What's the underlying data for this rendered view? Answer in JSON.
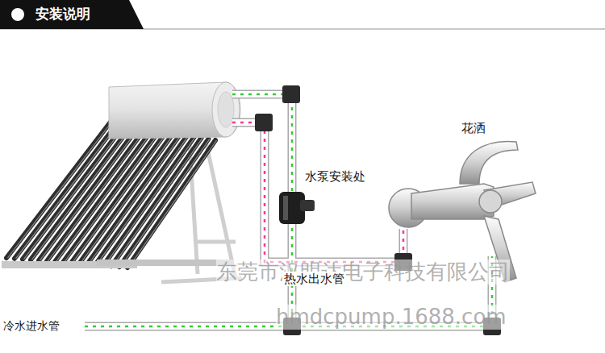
{
  "diagram": {
    "title": "安装说明",
    "labels": [
      "花洒",
      "水泵安装处",
      "东莞市汉明达电子科技有限公司",
      "热水出水管",
      "hmdcpump.1688.com",
      "冷水进水管"
    ]
  }
}
